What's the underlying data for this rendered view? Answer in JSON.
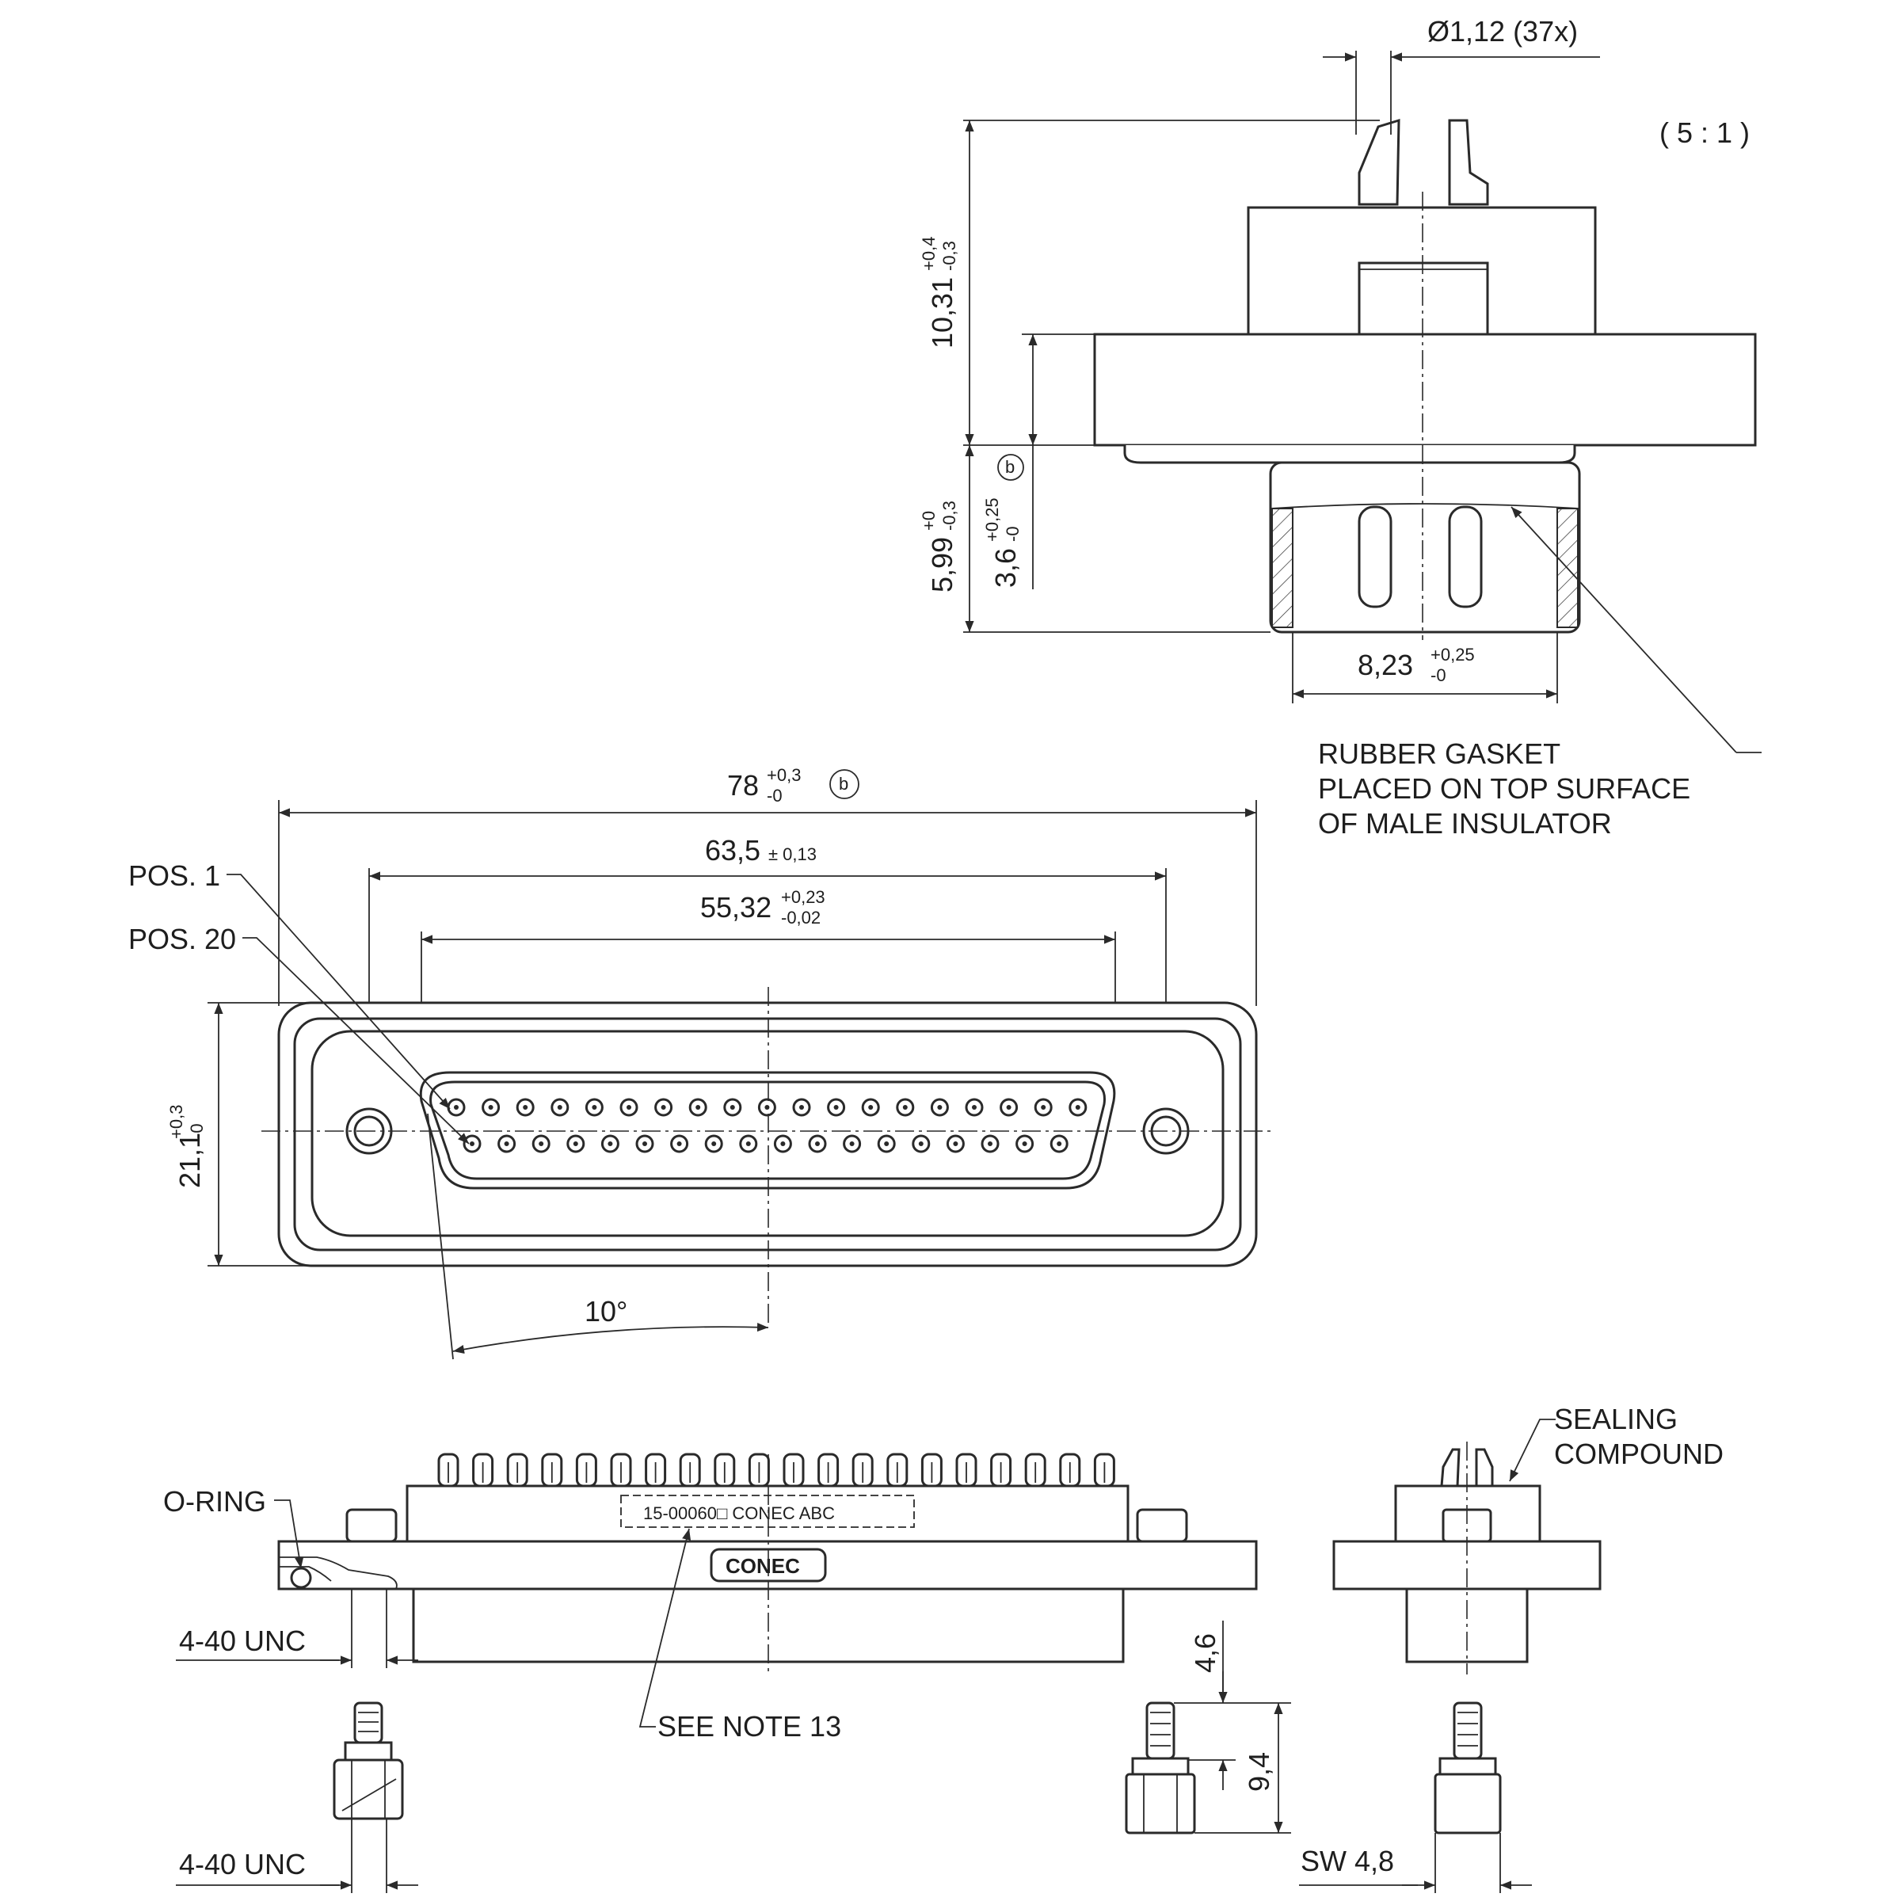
{
  "scale": "( 5 : 1 )",
  "side_view": {
    "pin_dia": "Ø1,12 (37x)",
    "height_main": "10,31",
    "height_main_tol_plus": "+0,4",
    "height_main_tol_minus": "-0,3",
    "height_lower": "5,99",
    "height_lower_tol_plus": "+0",
    "height_lower_tol_minus": "-0,3",
    "height_gasket": "3,6",
    "height_gasket_tol_plus": "+0,25",
    "height_gasket_tol_minus": "-0",
    "shell_width": "8,23",
    "shell_width_tol_plus": "+0,25",
    "shell_width_tol_minus": "-0",
    "gasket_note": [
      "RUBBER GASKET",
      "PLACED ON TOP SURFACE",
      "OF MALE INSULATOR"
    ]
  },
  "front_view": {
    "overall_width": "78",
    "overall_width_tol_plus": "+0,3",
    "overall_width_tol_minus": "-0",
    "mount_spacing": "63,5",
    "mount_spacing_tol": "± 0,13",
    "shell_width": "55,32",
    "shell_width_tol_plus": "+0,23",
    "shell_width_tol_minus": "-0,02",
    "height": "21,1",
    "height_tol_plus": "+0,3",
    "height_tol_minus": "-0",
    "pos1_label": "POS. 1",
    "pos20_label": "POS. 20",
    "angle": "10°",
    "row_top_count": 19,
    "row_bottom_count": 18
  },
  "bottom_view": {
    "oring_label": "O-RING",
    "thread_label_top": "4-40 UNC",
    "thread_label_bottom": "4-40 UNC",
    "part_marking": "15-00060□ CONEC ABC",
    "logo": "CONEC",
    "note": "SEE NOTE 13",
    "screw_top": "4,6",
    "screw_total": "9,4",
    "sealing_label": [
      "SEALING",
      "COMPOUND"
    ],
    "wrench_size": "SW 4,8"
  },
  "circled_marker": "b"
}
